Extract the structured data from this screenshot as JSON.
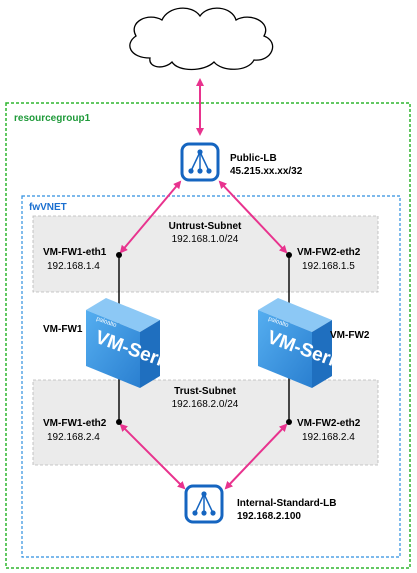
{
  "groups": {
    "resource_group": {
      "label": "resourcegroup1",
      "border_color": "#2fb62f"
    },
    "vnet": {
      "label": "fwVNET",
      "border_color": "#2f8fe0"
    }
  },
  "subnets": {
    "untrust": {
      "name": "Untrust-Subnet",
      "cidr": "192.168.1.0/24"
    },
    "trust": {
      "name": "Trust-Subnet",
      "cidr": "192.168.2.0/24"
    }
  },
  "load_balancers": {
    "public": {
      "name": "Public-LB",
      "ip": "45.215.xx.xx/32",
      "icon": "load-balancer-icon"
    },
    "internal": {
      "name": "Internal-Standard-LB",
      "ip": "192.168.2.100",
      "icon": "load-balancer-icon"
    }
  },
  "firewalls": {
    "fw1": {
      "name": "VM-FW1",
      "eth1": {
        "name": "VM-FW1-eth1",
        "ip": "192.168.1.4"
      },
      "eth2": {
        "name": "VM-FW1-eth2",
        "ip": "192.168.2.4"
      },
      "appliance_text": "VM-Series",
      "brand": "paloalto"
    },
    "fw2": {
      "name": "VM-FW2",
      "eth2_untrust": {
        "name": "VM-FW2-eth2",
        "ip": "192.168.1.5"
      },
      "eth2_trust": {
        "name": "VM-FW2-eth2",
        "ip": "192.168.2.4"
      },
      "appliance_text": "VM-Series",
      "brand": "paloalto"
    }
  },
  "internet": {
    "icon": "cloud-icon"
  },
  "colors": {
    "connector": "#e8338e",
    "subnet_fill": "#ebebeb",
    "lb_blue": "#1565c0",
    "appliance": "#3a8fd8"
  }
}
